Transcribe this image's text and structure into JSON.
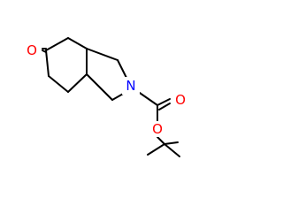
{
  "molecule": {
    "atoms": {
      "ketone_oxygen": "O",
      "ring_nitrogen": "N",
      "carbonyl_oxygen": "O",
      "ester_oxygen": "O"
    },
    "colors": {
      "bond": "#000000",
      "oxygen": "#ff0000",
      "nitrogen": "#0000ff",
      "background": "#ffffff"
    }
  }
}
